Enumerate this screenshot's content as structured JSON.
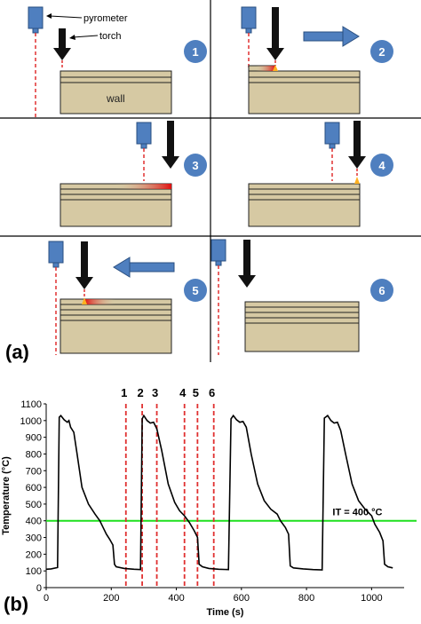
{
  "panel_a": {
    "label": "(a)",
    "callouts": {
      "pyrometer": "pyrometer",
      "torch": "torch",
      "wall": "wall"
    },
    "steps": [
      "1",
      "2",
      "3",
      "4",
      "5",
      "6"
    ],
    "colors": {
      "wall": "#d6c9a3",
      "wall_stroke": "#222222",
      "pyrometer": "#4f7fbf",
      "beam": "#e03030",
      "torch": "#111111",
      "arrow": "#4f7fbf",
      "badge": "#4f7fbf",
      "melt": "#ffb020"
    }
  },
  "panel_b": {
    "label": "(b)",
    "chart_data": {
      "type": "line",
      "xlabel": "Time (s)",
      "ylabel": "Temperature (°C)",
      "xlim": [
        0,
        1100
      ],
      "ylim": [
        0,
        1100
      ],
      "xticks": [
        0,
        200,
        400,
        600,
        800,
        1000
      ],
      "yticks": [
        0,
        100,
        200,
        300,
        400,
        500,
        600,
        700,
        800,
        900,
        1000,
        1100
      ],
      "grid": false,
      "series": [
        {
          "x": [
            0,
            15,
            35,
            40,
            45,
            55,
            65,
            70,
            75,
            85,
            95,
            110,
            130,
            150,
            165,
            175,
            185,
            195,
            205,
            210,
            215,
            240,
            270,
            290,
            295,
            300,
            310,
            320,
            330,
            340,
            355,
            375,
            395,
            410,
            425,
            440,
            455,
            465,
            470,
            480,
            500,
            530,
            560,
            568,
            575,
            585,
            595,
            605,
            615,
            630,
            650,
            670,
            690,
            710,
            720,
            735,
            745,
            750,
            760,
            790,
            820,
            848,
            855,
            865,
            875,
            885,
            895,
            905,
            920,
            940,
            960,
            980,
            1000,
            1010,
            1025,
            1035,
            1040,
            1050,
            1065
          ],
          "y": [
            110,
            112,
            120,
            1020,
            1030,
            1005,
            990,
            1000,
            960,
            930,
            800,
            600,
            500,
            440,
            400,
            360,
            320,
            290,
            255,
            140,
            125,
            115,
            110,
            108,
            1010,
            1030,
            1000,
            985,
            990,
            950,
            820,
            620,
            510,
            460,
            430,
            390,
            340,
            300,
            140,
            125,
            115,
            110,
            108,
            1010,
            1030,
            1005,
            990,
            995,
            960,
            800,
            620,
            520,
            470,
            440,
            400,
            360,
            320,
            130,
            118,
            112,
            108,
            106,
            1015,
            1030,
            1000,
            985,
            990,
            940,
            800,
            620,
            520,
            470,
            430,
            380,
            330,
            280,
            140,
            125,
            118
          ]
        }
      ],
      "threshold": {
        "y": 400,
        "label": "IT = 400 °C",
        "color": "#1ee01e"
      },
      "markers": [
        {
          "label": "1",
          "x": 245
        },
        {
          "label": "2",
          "x": 295
        },
        {
          "label": "3",
          "x": 340
        },
        {
          "label": "4",
          "x": 425
        },
        {
          "label": "5",
          "x": 465
        },
        {
          "label": "6",
          "x": 515
        }
      ],
      "colors": {
        "line": "#000000",
        "marker": "#e03030"
      }
    }
  }
}
